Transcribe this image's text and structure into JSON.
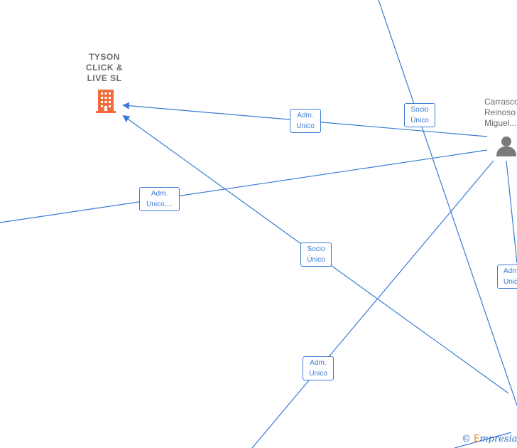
{
  "company": {
    "name_lines": [
      "TYSON",
      "CLICK &",
      "LIVE  SL"
    ],
    "icon": "building-icon",
    "color": "#f26b3a"
  },
  "person": {
    "name_lines": [
      "Carrasco",
      "Reinoso",
      "Miguel..."
    ],
    "icon": "person-icon",
    "color": "#7a7a7a"
  },
  "edge_color": "#3a7bd5",
  "edge_labels": [
    {
      "lines": [
        "Adm.",
        "Unico"
      ]
    },
    {
      "lines": [
        "Socio",
        "Único"
      ]
    },
    {
      "lines": [
        "Adm.",
        "Unico,..."
      ]
    },
    {
      "lines": [
        "Socio",
        "Único"
      ]
    },
    {
      "lines": [
        "Adm.",
        "Unico"
      ]
    },
    {
      "lines": [
        "Adm.",
        "Unico"
      ]
    }
  ],
  "watermark": {
    "symbol": "©",
    "brand_initial": "E",
    "brand_rest": "mpresia"
  }
}
